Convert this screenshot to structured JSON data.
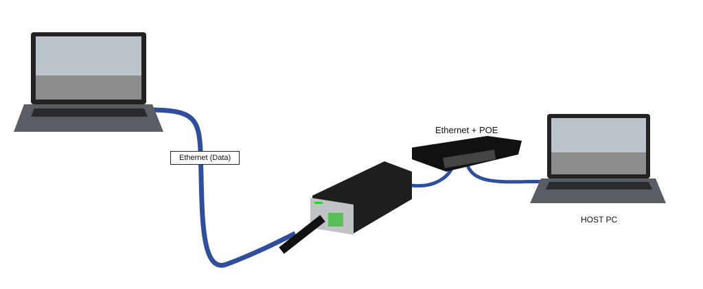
{
  "labels": {
    "ethernet_data": "Ethernet (Data)",
    "ethernet_poe": "Ethernet + POE",
    "host_pc": "HOST PC"
  },
  "colors": {
    "cable": "#2f4f9e",
    "laptop": "#5a5d63",
    "device": "#1e1e1e",
    "switch": "#111111"
  }
}
